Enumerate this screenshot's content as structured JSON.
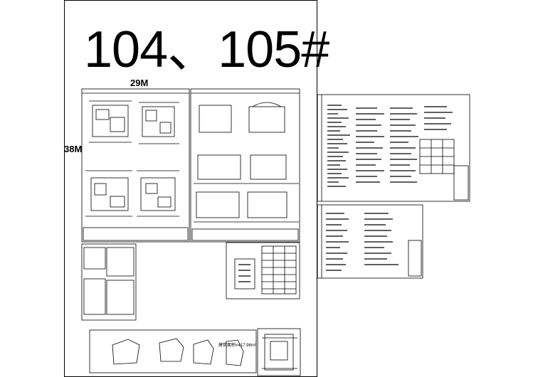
{
  "title": "104、105#",
  "dimensions": {
    "width_label": "29M",
    "height_label": "38M"
  },
  "area_note": "建筑面积=417.96m²"
}
